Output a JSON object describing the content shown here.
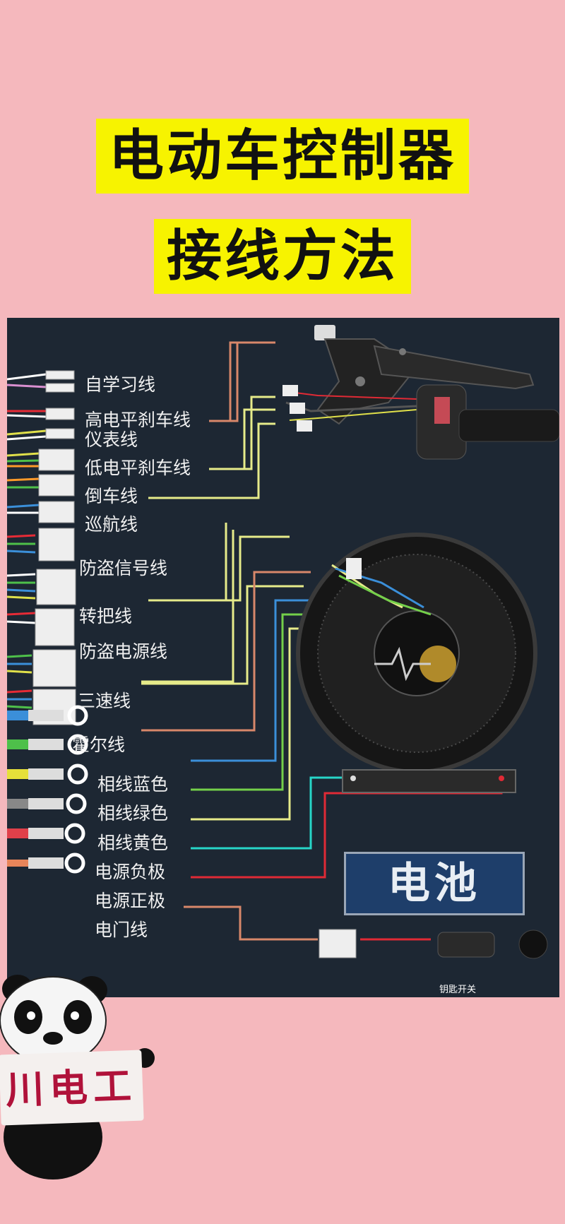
{
  "title": {
    "line1": "电动车控制器",
    "line2": "接线方法"
  },
  "labels": {
    "self_learn": "自学习线",
    "high_brake": "高电平刹车线",
    "meter": "仪表线",
    "low_brake": "低电平刹车线",
    "reverse": "倒车线",
    "cruise": "巡航线",
    "antitheft_signal": "防盗信号线",
    "throttle": "转把线",
    "antitheft_power": "防盗电源线",
    "three_speed": "三速线",
    "hall": "霍尔线",
    "phase_blue": "相线蓝色",
    "phase_green": "相线绿色",
    "phase_yellow": "相线黄色",
    "power_negative": "电源负极",
    "power_positive": "电源正极",
    "ignition": "电门线"
  },
  "components": {
    "battery": "电池",
    "key_switch": "钥匙开关"
  },
  "watermark": {
    "text": "川电工"
  },
  "colors": {
    "background": "#f5b8bd",
    "title_highlight": "#f7f300",
    "panel": "#1d2733",
    "wire_orange": "#d8876a",
    "wire_yellow": "#e6eb8a",
    "wire_blue": "#3b8fd9",
    "wire_green": "#74d04a",
    "wire_teal": "#27d6c8",
    "wire_red": "#e02a35"
  }
}
